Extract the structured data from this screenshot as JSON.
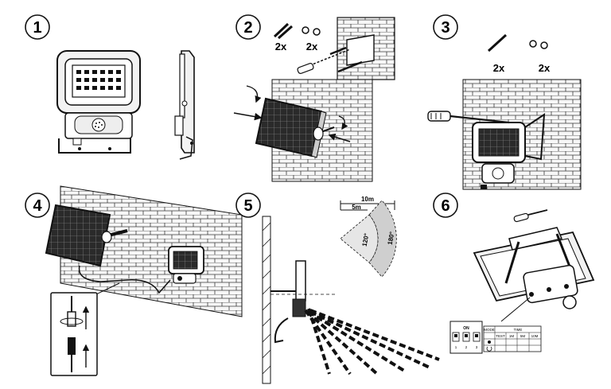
{
  "steps": [
    {
      "number": "1"
    },
    {
      "number": "2"
    },
    {
      "number": "3"
    },
    {
      "number": "4"
    },
    {
      "number": "5"
    },
    {
      "number": "6"
    }
  ],
  "step2": {
    "screws_qty": "2x",
    "washers_qty": "2x"
  },
  "step3": {
    "screws_qty": "2x",
    "washers_qty": "2x"
  },
  "step5": {
    "distance_far": "10m",
    "distance_near": "5m",
    "angle_inner": "120°",
    "angle_outer": "180°"
  },
  "step6": {
    "switch_label": "ON",
    "switch_numbers": [
      "1",
      "2",
      "3"
    ],
    "table_headers": [
      "MODE",
      "TIME"
    ],
    "table_sub_headers": [
      "TEST",
      "1M",
      "5M",
      "10M"
    ]
  },
  "colors": {
    "ink": "#1a1a1a",
    "panel": "#2b2b2b",
    "brick_line": "#444444",
    "wall_fill": "#f4f4f4"
  }
}
